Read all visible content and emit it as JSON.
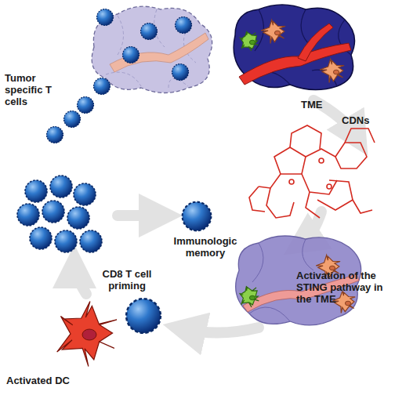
{
  "diagram": {
    "labels": [
      "Tumor specific T cells",
      "TME",
      "CDNs",
      "Activation of the STING pathway in the TME",
      "Immunologic memory",
      "CD8 T cell priming",
      "Activated DC"
    ]
  }
}
